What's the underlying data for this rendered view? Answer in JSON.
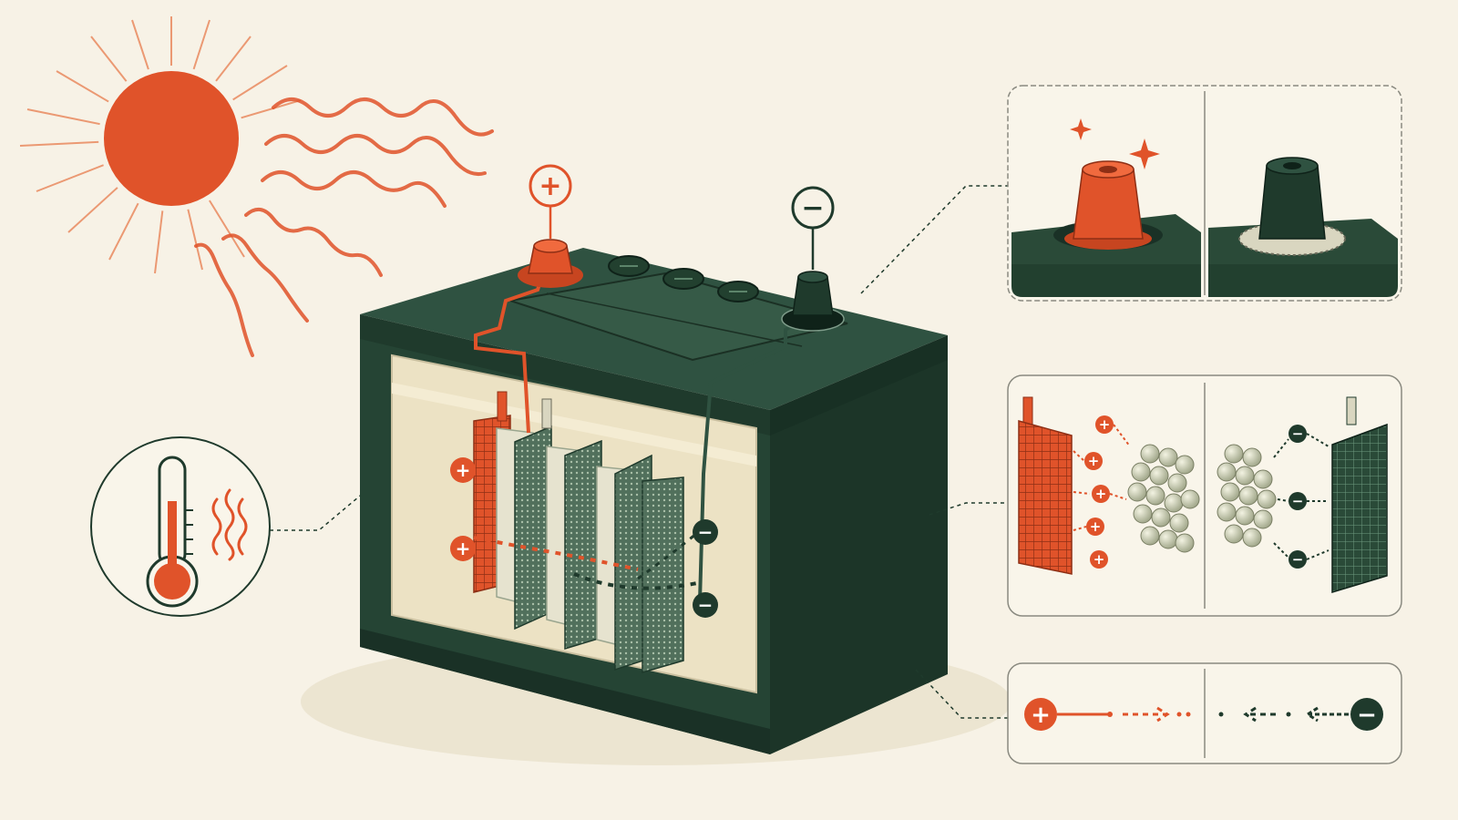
{
  "colors": {
    "background": "#f7f2e6",
    "battery_dark_green": "#1f3a2c",
    "battery_mid_green": "#2a4a38",
    "hot_orange": "#e0532a",
    "electrolyte": "#ece2c4",
    "panel_border": "#8a8a80",
    "pellet": "#cfd2b6"
  },
  "symbols": {
    "positive": "+",
    "negative": "−"
  },
  "icons": {
    "sun": "sun-icon",
    "heat_waves": "heat-wave-icon",
    "thermometer": "thermometer-icon",
    "positive_terminal": "positive-terminal-icon",
    "negative_terminal": "negative-terminal-icon",
    "sparkle": "sparkle-icon"
  },
  "panels": [
    {
      "id": "terminal-corrosion-panel",
      "shows": "positive terminal clean with sparkles; negative terminal with corrosion buildup"
    },
    {
      "id": "plate-sulfation-panel",
      "shows": "positive grid plate and negative grid plate each releasing pellet material"
    },
    {
      "id": "current-flow-panel",
      "shows": "positive and negative symbols with dashed arrows pointing toward the center"
    }
  ]
}
